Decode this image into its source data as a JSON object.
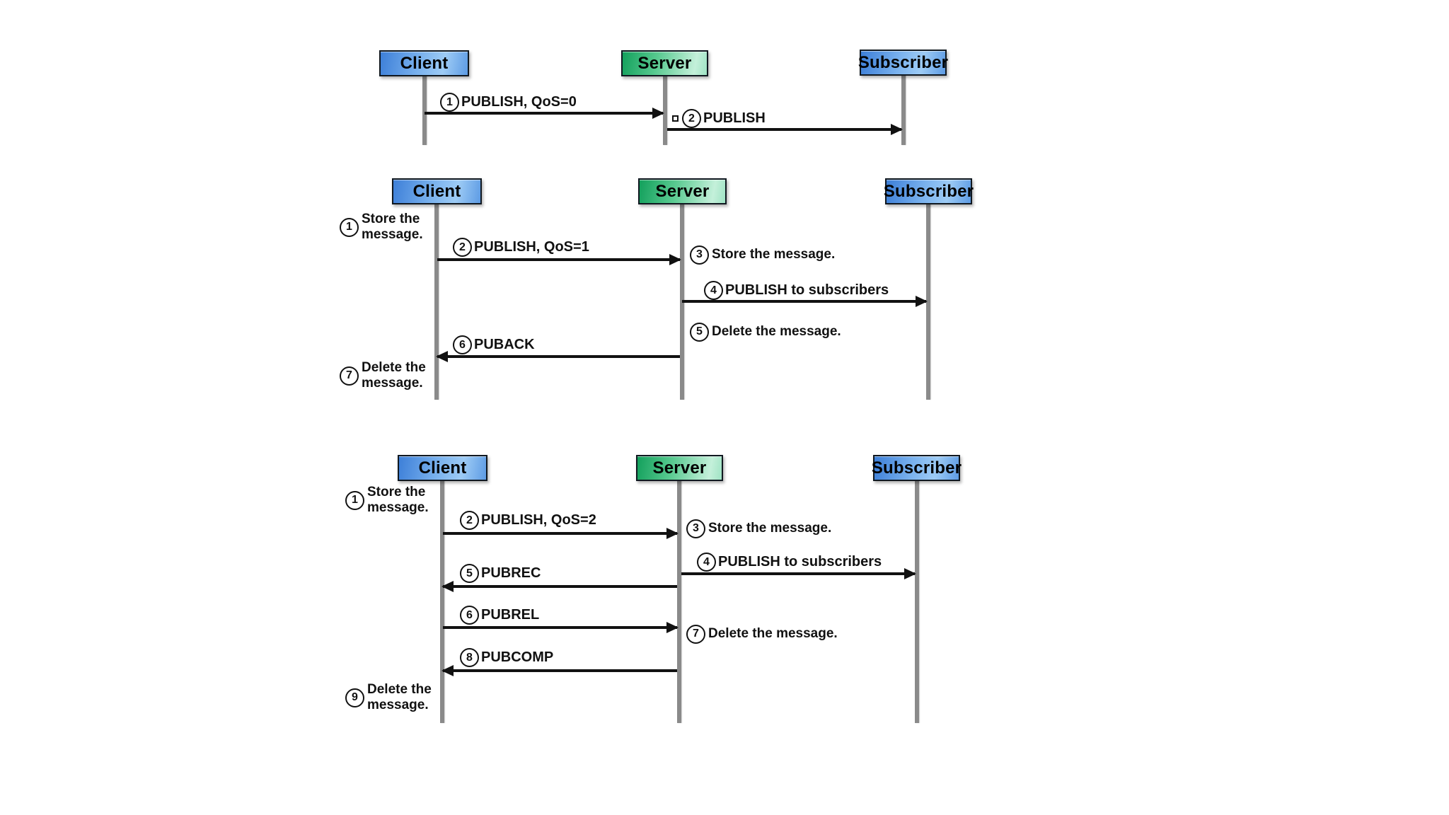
{
  "figure": {
    "description": "MQTT publish flows for QoS levels 0, 1 and 2",
    "background_color": "#ffffff"
  },
  "colors": {
    "actor_blue_dark": "#3d7fd8",
    "actor_blue_light": "#9dcbf5",
    "actor_green_dark": "#13a05c",
    "actor_green_light": "#c4f0da",
    "lifeline_gray": "#8a8a8a",
    "line_black": "#111111"
  },
  "d1": {
    "actors": {
      "client": "Client",
      "server": "Server",
      "subscriber": "Subscriber"
    },
    "messages": {
      "m1": {
        "num": "1",
        "label": "PUBLISH, QoS=0"
      },
      "m2": {
        "num": "2",
        "label": "PUBLISH"
      }
    }
  },
  "d2": {
    "actors": {
      "client": "Client",
      "server": "Server",
      "subscriber": "Subscriber"
    },
    "notes": {
      "n1": {
        "num": "1",
        "text": "Store the message."
      },
      "n3": {
        "num": "3",
        "text": "Store the message."
      },
      "n5": {
        "num": "5",
        "text": "Delete the message."
      },
      "n7": {
        "num": "7",
        "text": "Delete the message."
      }
    },
    "messages": {
      "m2": {
        "num": "2",
        "label": "PUBLISH, QoS=1"
      },
      "m4": {
        "num": "4",
        "label": "PUBLISH to subscribers"
      },
      "m6": {
        "num": "6",
        "label": "PUBACK"
      }
    }
  },
  "d3": {
    "actors": {
      "client": "Client",
      "server": "Server",
      "subscriber": "Subscriber"
    },
    "notes": {
      "n1": {
        "num": "1",
        "text": "Store the message."
      },
      "n3": {
        "num": "3",
        "text": "Store the message."
      },
      "n7": {
        "num": "7",
        "text": "Delete the message."
      },
      "n9": {
        "num": "9",
        "text": "Delete the message."
      }
    },
    "messages": {
      "m2": {
        "num": "2",
        "label": "PUBLISH, QoS=2"
      },
      "m4": {
        "num": "4",
        "label": "PUBLISH to subscribers"
      },
      "m5": {
        "num": "5",
        "label": "PUBREC"
      },
      "m6": {
        "num": "6",
        "label": "PUBREL"
      },
      "m8": {
        "num": "8",
        "label": "PUBCOMP"
      }
    }
  }
}
